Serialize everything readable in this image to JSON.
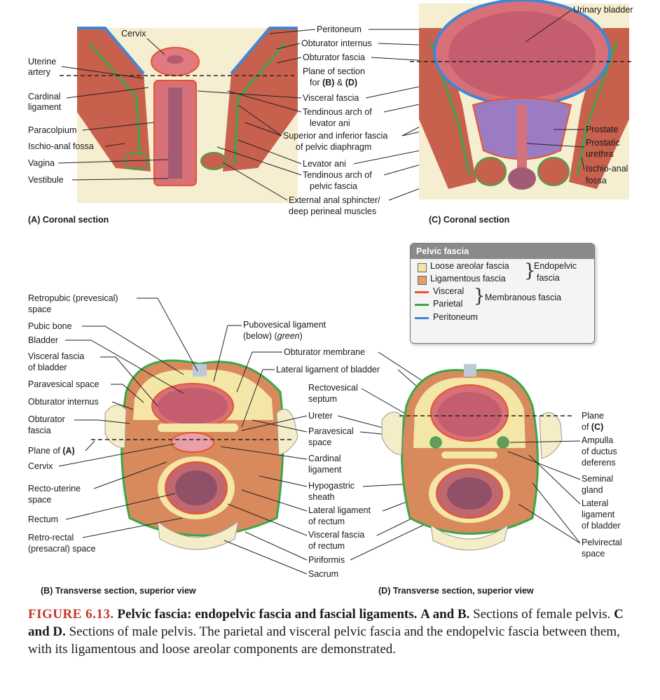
{
  "panel_a": {
    "title": "(A) Coronal section",
    "labels": {
      "cervix": "Cervix",
      "uterine_artery_1": "Uterine",
      "uterine_artery_2": "artery",
      "cardinal_1": "Cardinal",
      "cardinal_2": "ligament",
      "paracolpium": "Paracolpium",
      "ischio_anal": "Ischio-anal fossa",
      "vagina": "Vagina",
      "vestibule": "Vestibule"
    }
  },
  "center_labels": {
    "peritoneum": "Peritoneum",
    "obturator_internus": "Obturator internus",
    "obturator_fascia": "Obturator fascia",
    "plane_1": "Plane of section",
    "plane_2_pre": "for ",
    "plane_2_b": "(B)",
    "plane_2_mid": " & ",
    "plane_2_d": "(D)",
    "visceral_fascia": "Visceral fascia",
    "tendinous_1": "Tendinous arch of",
    "tendinous_2": "levator ani",
    "sup_inf_1": "Superior and inferior fascia",
    "sup_inf_2": "of pelvic diaphragm",
    "levator_ani": "Levator ani",
    "tend_pelvic_1": "Tendinous arch of",
    "tend_pelvic_2": "pelvic fascia",
    "ext_anal_1": "External anal sphincter/",
    "ext_anal_2": "deep perineal muscles"
  },
  "panel_c": {
    "title": "(C) Coronal section",
    "labels": {
      "urinary_bladder": "Urinary bladder",
      "prostate": "Prostate",
      "prostatic_1": "Prostatic",
      "prostatic_2": "urethra",
      "ischio_1": "Ischio-anal",
      "ischio_2": "fossa"
    }
  },
  "legend": {
    "title": "Pelvic fascia",
    "loose": "Loose areolar fascia",
    "ligamentous": "Ligamentous fascia",
    "endopelvic_1": "Endopelvic",
    "endopelvic_2": "fascia",
    "visceral": "Visceral",
    "parietal": "Parietal",
    "membranous": "Membranous fascia",
    "peritoneum": "Peritoneum"
  },
  "panel_b": {
    "title": "(B) Transverse section, superior view",
    "labels": {
      "retropubic_1": "Retropubic (prevesical)",
      "retropubic_2": "space",
      "pubic_bone": "Pubic bone",
      "bladder": "Bladder",
      "visc_bladder_1": "Visceral fascia",
      "visc_bladder_2": "of bladder",
      "paravesical": "Paravesical space",
      "obturator_internus": "Obturator internus",
      "obt_fascia_1": "Obturator",
      "obt_fascia_2": "fascia",
      "plane_a_pre": "Plane of ",
      "plane_a_b": "(A)",
      "cervix": "Cervix",
      "recto_uterine_1": "Recto-uterine",
      "recto_uterine_2": "space",
      "rectum": "Rectum",
      "retro_rectal_1": "Retro-rectal",
      "retro_rectal_2": "(presacral) space"
    }
  },
  "center_b": {
    "pubovesical_1": "Pubovesical ligament",
    "pubovesical_2_pre": "(below) (",
    "pubovesical_2_it": "green",
    "pubovesical_2_post": ")",
    "obturator_membrane": "Obturator membrane",
    "lateral_ligament": "Lateral ligament of bladder",
    "rectovesical_1": "Rectovesical",
    "rectovesical_2": "septum",
    "ureter": "Ureter",
    "paravesical_1": "Paravesical",
    "paravesical_2": "space",
    "cardinal_1": "Cardinal",
    "cardinal_2": "ligament",
    "hypogastric_1": "Hypogastric",
    "hypogastric_2": "sheath",
    "lat_rectum_1": "Lateral ligament",
    "lat_rectum_2": "of rectum",
    "visc_rectum_1": "Visceral fascia",
    "visc_rectum_2": "of rectum",
    "piriformis": "Piriformis",
    "sacrum": "Sacrum"
  },
  "panel_d": {
    "title": "(D) Transverse section, superior view",
    "labels": {
      "plane_1": "Plane",
      "plane_2_pre": "of ",
      "plane_2_c": "(C)",
      "ampulla_1": "Ampulla",
      "ampulla_2": "of ductus",
      "ampulla_3": "deferens",
      "seminal_1": "Seminal",
      "seminal_2": "gland",
      "lateral_1": "Lateral",
      "lateral_2": "ligament",
      "lateral_3": "of bladder",
      "pelvirectal_1": "Pelvirectal",
      "pelvirectal_2": "space"
    }
  },
  "caption": {
    "figure_number": "FIGURE 6.13.",
    "title": "Pelvic fascia: endopelvic fascia and fascial ligaments.",
    "ab_bold": "A and B.",
    "ab_text": "Sections of female pelvis.",
    "cd_bold": "C and D.",
    "cd_text": "Sections of male pelvis. The parietal and visceral pelvic fascia and the endopelvic fascia between them, with its ligamentous and loose areolar components are demonstrated."
  },
  "colors": {
    "loose_areolar": "#f3e6a6",
    "ligamentous": "#e0a06a",
    "visceral": "#e8542a",
    "parietal": "#3aa84a",
    "peritoneum": "#3f87d6",
    "muscle": "#c8604e",
    "organ": "#d8707a",
    "mucosa": "#a35a73",
    "prostate": "#9b7cc2",
    "bone": "#f5ecc8",
    "legend_header": "#8a8a8a"
  }
}
